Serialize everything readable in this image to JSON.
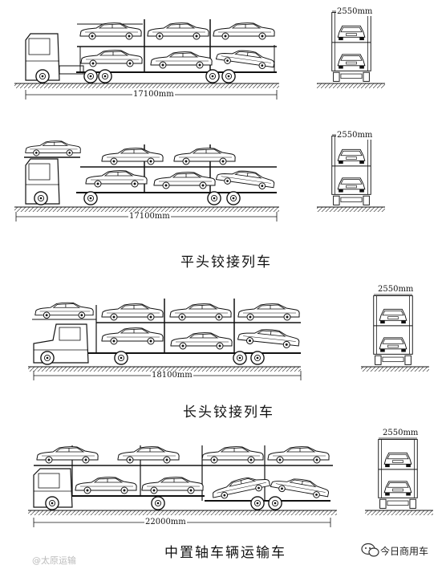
{
  "sections": [
    {
      "length_label": "17100mm",
      "width_label": "2550mm"
    },
    {
      "length_label": "17100mm",
      "width_label": "2550mm",
      "caption": "平头铰接列车"
    },
    {
      "length_label": "18100mm",
      "width_label": "2550mm",
      "caption": "长头铰接列车"
    },
    {
      "length_label": "22000mm",
      "width_label": "2550mm",
      "caption": "中置轴车辆运输车"
    }
  ],
  "watermark_left": "@太原运输",
  "watermark_right": "今日商用车",
  "icons": [
    "wechat-icon"
  ]
}
